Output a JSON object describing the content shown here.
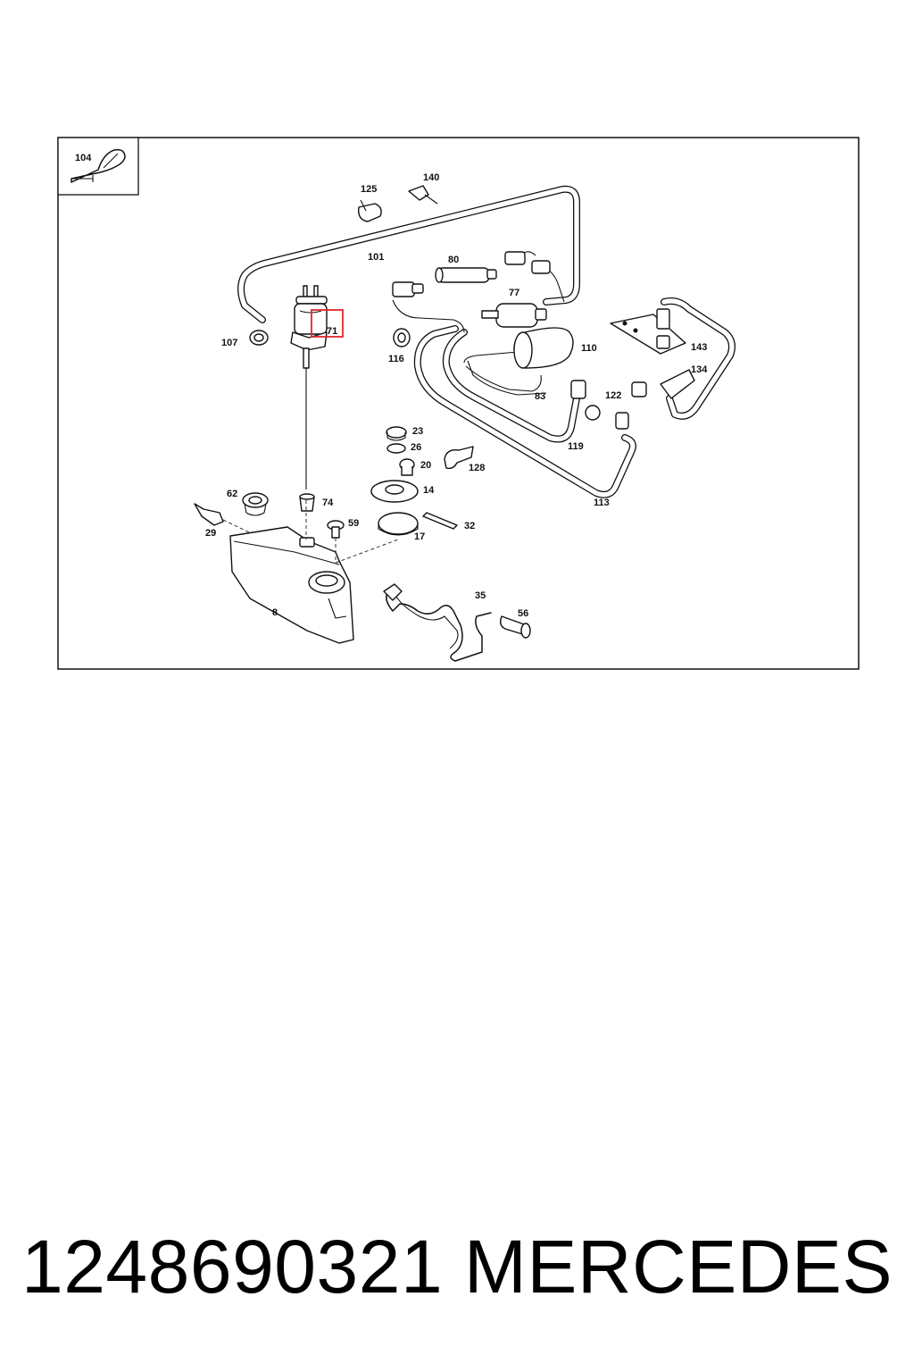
{
  "diagram": {
    "part_labels": {
      "p104": "104",
      "p125": "125",
      "p140": "140",
      "p101": "101",
      "p80": "80",
      "p77": "77",
      "p71": "71",
      "p107": "107",
      "p116": "116",
      "p110": "110",
      "p143": "143",
      "p134": "134",
      "p83": "83",
      "p122": "122",
      "p119": "119",
      "p113": "113",
      "p23": "23",
      "p26": "26",
      "p20": "20",
      "p128": "128",
      "p14": "14",
      "p62": "62",
      "p74": "74",
      "p59": "59",
      "p32": "32",
      "p17": "17",
      "p29": "29",
      "p8": "8",
      "p35": "35",
      "p56": "56"
    },
    "highlighted_part": "71",
    "highlight_color": "#e0262b"
  },
  "footer": {
    "part_number": "1248690321",
    "brand": "MERCEDES"
  }
}
